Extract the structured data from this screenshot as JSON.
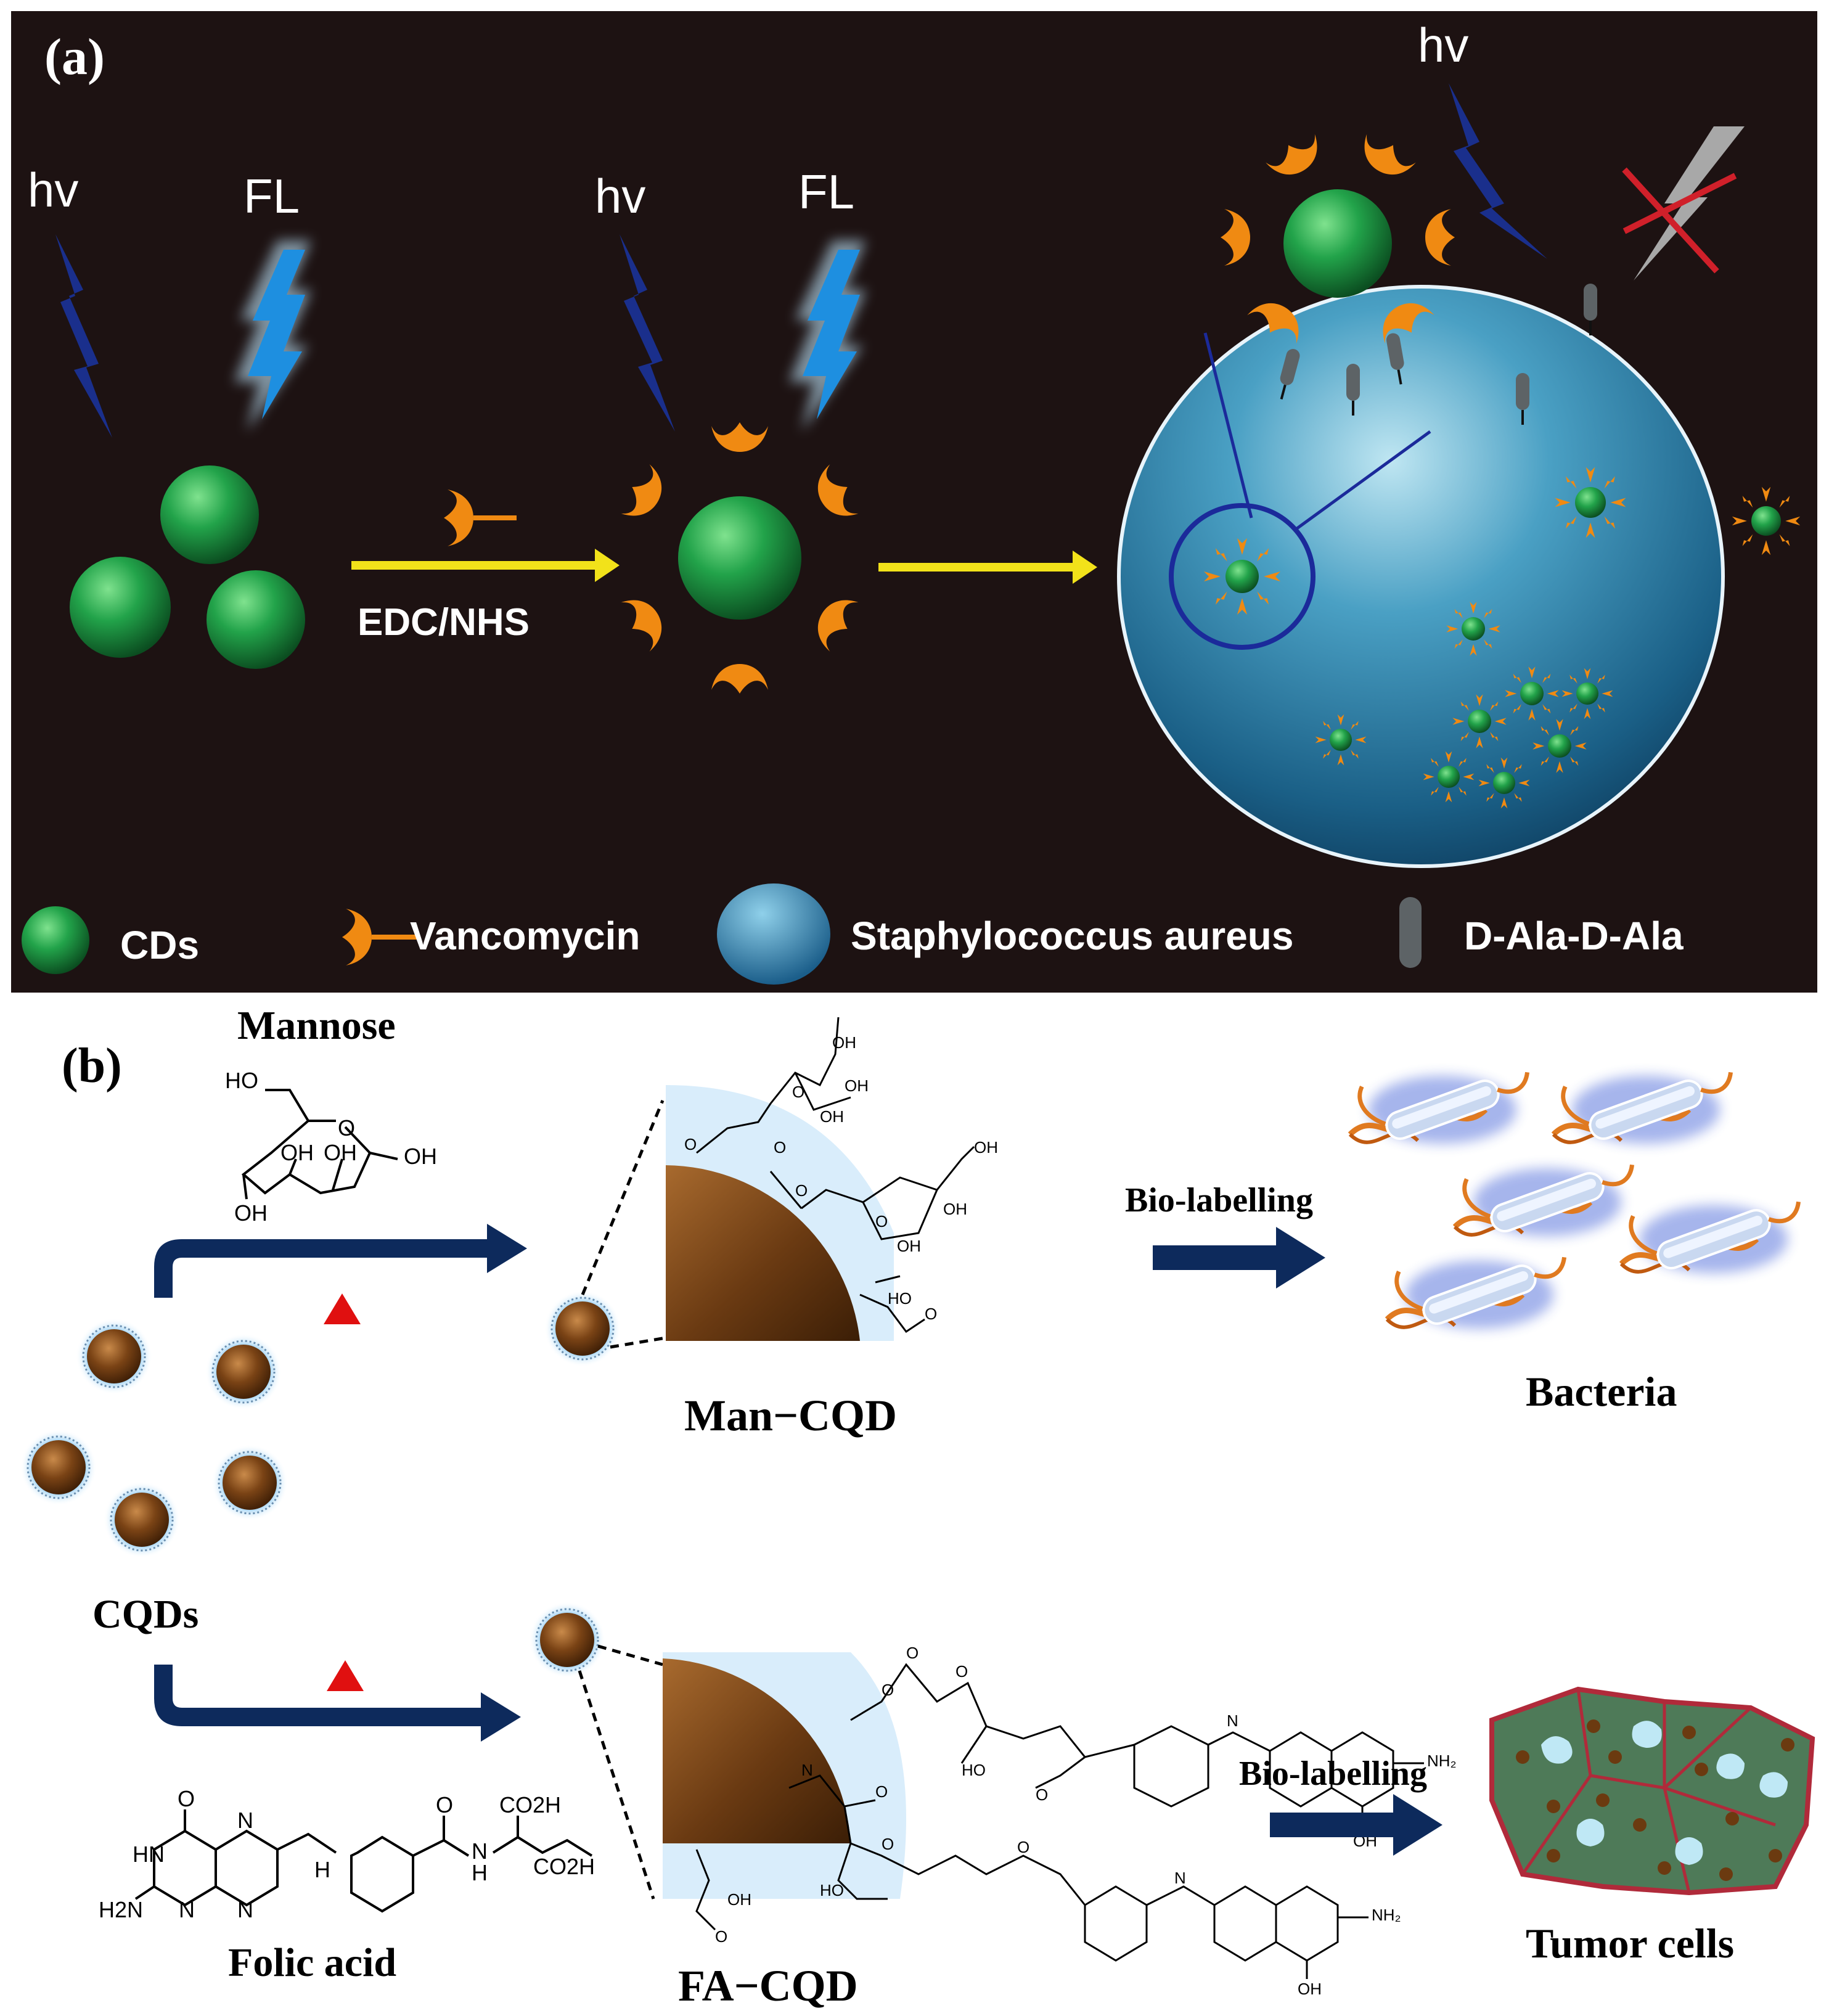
{
  "panel_a": {
    "label": "(a)",
    "hv_1": "hv",
    "fl_1": "FL",
    "hv_2": "hv",
    "fl_2": "FL",
    "hv_3": "hv",
    "reaction": "EDC/NHS",
    "legend": {
      "cds": "CDs",
      "vancomycin": "Vancomycin",
      "staph": "Staphylococcus aureus",
      "dala": "D-Ala-D-Ala"
    }
  },
  "panel_b": {
    "label": "(b)",
    "mannose": {
      "title": "Mannose",
      "ho": "HO",
      "o": "O",
      "oh1": "OH",
      "oh2": "OH",
      "oh3": "OH",
      "oh4": "OH"
    },
    "man_cqd": "Man−CQD",
    "bio_labelling_1": "Bio-labelling",
    "bacteria": "Bacteria",
    "cqds": "CQDs",
    "fa_cqd": "FA−CQD",
    "bio_labelling_2": "Bio-labelling",
    "tumor_cells": "Tumor cells",
    "folic_acid": {
      "title": "Folic acid",
      "o": "O",
      "hn": "HN",
      "h2n": "H2N",
      "n1": "N",
      "n2": "N",
      "n3": "N",
      "nh": "H",
      "co2h_top": "CO2H",
      "co2h_bot": "CO2H",
      "o2": "O",
      "nh2": "N",
      "h2": "H"
    }
  },
  "colors": {
    "panel_a_background": "#1d1212",
    "cd_green": "#1f9a45",
    "vancomycin_orange": "#f08a12",
    "staph_blue": "#2b7fa6",
    "yellow_arrow": "#f2e21a",
    "navy_arrow": "#0d2a5c",
    "cqd_brown": "#6b3a10",
    "red_triangle": "#e01010"
  }
}
